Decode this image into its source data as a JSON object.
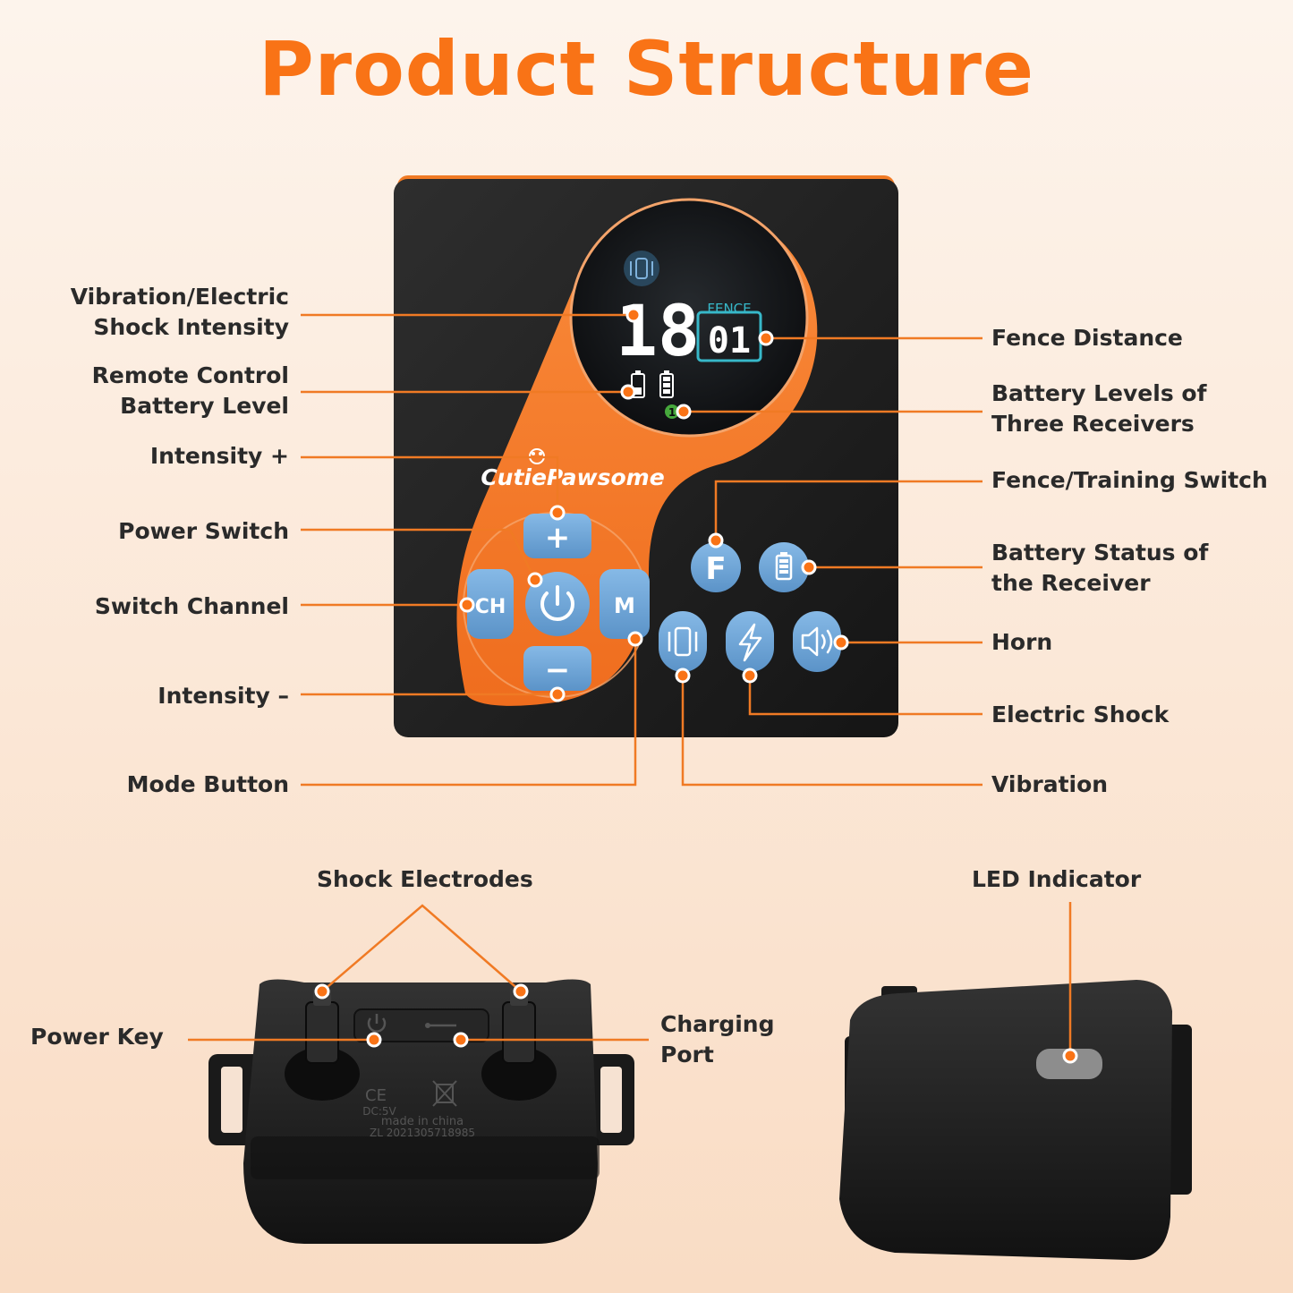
{
  "title": "Product Structure",
  "brand": "CutiePawsome",
  "screen": {
    "intensity": "18",
    "fence_label": "FENCE",
    "fence_value": "01",
    "channel": "1"
  },
  "buttons": {
    "plus": "+",
    "minus": "−",
    "ch": "CH",
    "mode": "M",
    "fence_switch": "F"
  },
  "remote_labels": {
    "vibration_shock_intensity": [
      "Vibration/Electric",
      "Shock Intensity"
    ],
    "remote_battery": [
      "Remote Control",
      "Battery Level"
    ],
    "intensity_plus": "Intensity +",
    "power_switch": "Power Switch",
    "switch_channel": "Switch Channel",
    "intensity_minus": "Intensity –",
    "mode_button": "Mode Button",
    "fence_distance": "Fence Distance",
    "receiver_batteries": [
      "Battery Levels of",
      "Three Receivers"
    ],
    "fence_training": "Fence/Training Switch",
    "receiver_battery_status": [
      "Battery Status of",
      "the Receiver"
    ],
    "horn": "Horn",
    "electric_shock": "Electric Shock",
    "vibration": "Vibration"
  },
  "receiver_labels": {
    "shock_electrodes": "Shock Electrodes",
    "power_key": "Power Key",
    "charging_port": [
      "Charging",
      "Port"
    ],
    "led_indicator": "LED Indicator"
  },
  "receiver_print": {
    "ce": "CE",
    "voltage": "DC:5V",
    "made_in": "made in china",
    "patent": "ZL 2021305718985"
  },
  "colors": {
    "accent": "#f97316",
    "device_body": "#222222",
    "button_blue": "#6fa8dc",
    "lcd_teal": "#37b8c9"
  }
}
